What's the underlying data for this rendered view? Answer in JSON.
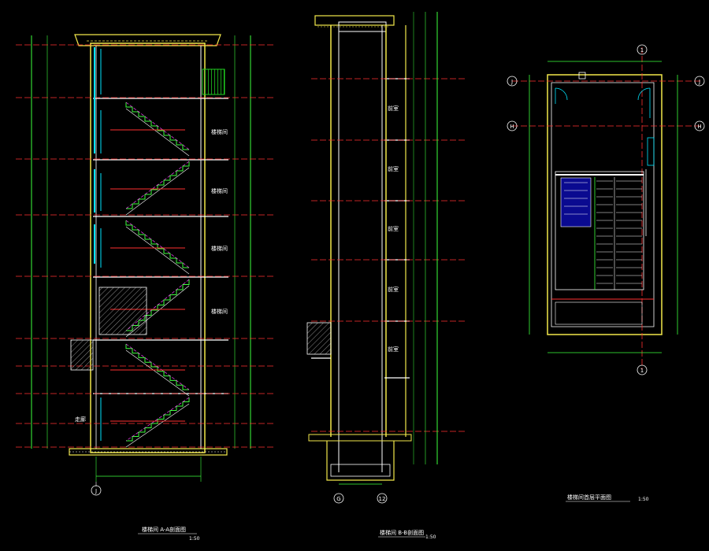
{
  "drawing": {
    "background": "#000000",
    "colors": {
      "wall": "#f2e84b",
      "cut": "#ffffff",
      "dimension": "#3dff3d",
      "level_line": "#ff3030",
      "handrail": "#ff40ff",
      "glass": "#00e5ff",
      "stair": "#3dff3d",
      "axis_bubble": "#ffffff",
      "hatch": "#c8c8c8",
      "green_block": "#1fd11f"
    },
    "sections": [
      {
        "id": "section-a",
        "title": "楼梯间 A-A剖面图",
        "scale": "1:50",
        "axis_bottom": "J"
      },
      {
        "id": "section-b",
        "title": "楼梯间 B-B剖面图",
        "scale": "1:50",
        "axis_bottom": [
          "G",
          "12"
        ]
      },
      {
        "id": "plan",
        "title": "楼梯间首层平面图",
        "scale": "1:50",
        "axis_top": "1",
        "axis_left": [
          "J",
          "H"
        ],
        "axis_right": [
          "J",
          "H"
        ],
        "axis_bottom": "1"
      }
    ],
    "room_labels": {
      "section_a": [
        "楼梯间",
        "楼梯间",
        "楼梯间",
        "楼梯间",
        "走廊"
      ],
      "section_b": [
        "前室",
        "前室",
        "前室",
        "前室",
        "前室"
      ]
    }
  }
}
